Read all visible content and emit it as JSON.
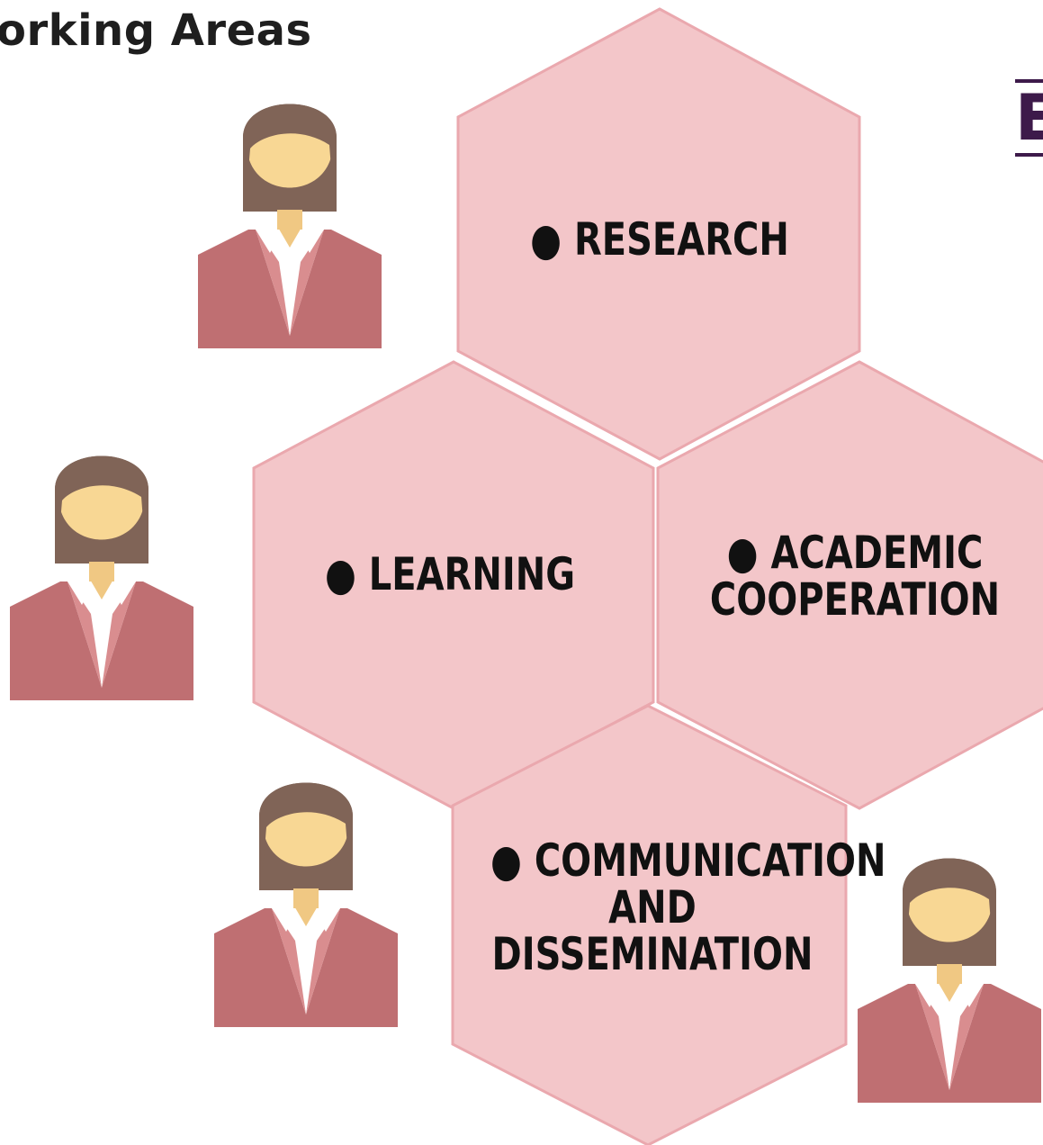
{
  "title": "orking Areas",
  "corner_fragment": "E",
  "areas": [
    {
      "label": "● RESEARCH"
    },
    {
      "label": "● LEARNING"
    },
    {
      "label": "● ACADEMIC",
      "label2": "COOPERATION"
    },
    {
      "label": "● COMMUNICATION",
      "label2": "AND",
      "label3": "DISSEMINATION"
    }
  ],
  "colors": {
    "hex_fill": "#f3c6c9",
    "hex_stroke": "#eaa8ae",
    "suit": "#bf6f72",
    "suit_light": "#d98d8f",
    "hair": "#806457",
    "skin": "#f8d794"
  }
}
